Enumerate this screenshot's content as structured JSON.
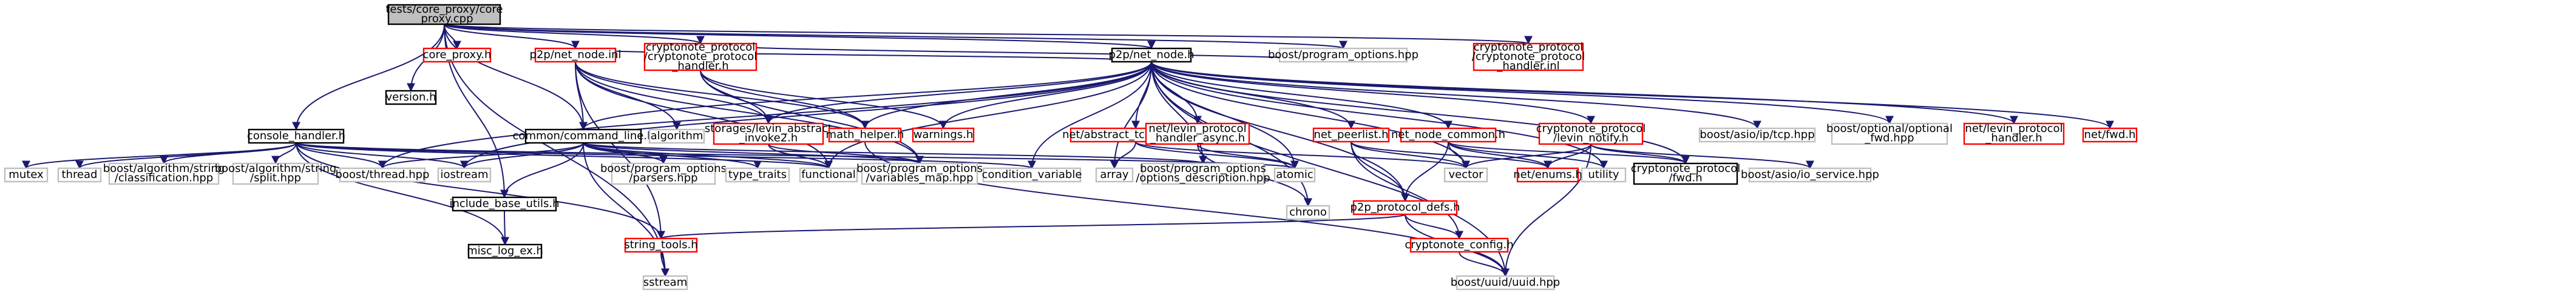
{
  "colors": {
    "edge": "#191970",
    "root_fill": "#bfbfbf",
    "root_border": "#000000",
    "linked_border": "#000000",
    "red_border": "#ff0000",
    "external_border": "#bfbfbf",
    "node_fill": "#ffffff"
  },
  "nodes": [
    {
      "id": "root",
      "style": "root",
      "lines": [
        "tests/core_proxy/core",
        "_proxy.cpp"
      ]
    },
    {
      "id": "core_proxy_h",
      "style": "red",
      "lines": [
        "core_proxy.h"
      ]
    },
    {
      "id": "p2p_net_node_inl",
      "style": "red",
      "lines": [
        "p2p/net_node.inl"
      ]
    },
    {
      "id": "cn_proto_handler_h",
      "style": "red",
      "lines": [
        "cryptonote_protocol",
        "/cryptonote_protocol",
        "_handler.h"
      ]
    },
    {
      "id": "p2p_net_node_h",
      "style": "black",
      "lines": [
        "p2p/net_node.h"
      ]
    },
    {
      "id": "boost_program_options_hpp",
      "style": "gray",
      "lines": [
        "boost/program_options.hpp"
      ]
    },
    {
      "id": "cn_proto_handler_inl",
      "style": "red",
      "lines": [
        "cryptonote_protocol",
        "/cryptonote_protocol",
        "_handler.inl"
      ]
    },
    {
      "id": "console_handler_h",
      "style": "black",
      "lines": [
        "console_handler.h"
      ]
    },
    {
      "id": "version_h",
      "style": "black",
      "lines": [
        "version.h"
      ]
    },
    {
      "id": "common_command_line_h",
      "style": "black",
      "lines": [
        "common/command_line.h"
      ]
    },
    {
      "id": "algorithm",
      "style": "gray",
      "lines": [
        "algorithm"
      ]
    },
    {
      "id": "storages_levin_abstract",
      "style": "red",
      "lines": [
        "storages/levin_abstract",
        "_invoke2.h"
      ]
    },
    {
      "id": "math_helper_h",
      "style": "red",
      "lines": [
        "math_helper.h"
      ]
    },
    {
      "id": "warnings_h",
      "style": "red",
      "lines": [
        "warnings.h"
      ]
    },
    {
      "id": "net_abstract_tcp_server2",
      "style": "red",
      "lines": [
        "net/abstract_tcp_server2.h"
      ]
    },
    {
      "id": "net_levin_protocol_async",
      "style": "red",
      "lines": [
        "net/levin_protocol",
        "_handler_async.h"
      ]
    },
    {
      "id": "net_peerlist_h",
      "style": "red",
      "lines": [
        "net_peerlist.h"
      ]
    },
    {
      "id": "net_node_common_h",
      "style": "red",
      "lines": [
        "net_node_common.h"
      ]
    },
    {
      "id": "cn_proto_levin_notify",
      "style": "red",
      "lines": [
        "cryptonote_protocol",
        "/levin_notify.h"
      ]
    },
    {
      "id": "boost_asio_ip_tcp",
      "style": "gray",
      "lines": [
        "boost/asio/ip/tcp.hpp"
      ]
    },
    {
      "id": "boost_optional_fwd",
      "style": "gray",
      "lines": [
        "boost/optional/optional",
        "_fwd.hpp"
      ]
    },
    {
      "id": "net_levin_protocol_handler",
      "style": "red",
      "lines": [
        "net/levin_protocol",
        "_handler.h"
      ]
    },
    {
      "id": "net_fwd_h",
      "style": "red",
      "lines": [
        "net/fwd.h"
      ]
    },
    {
      "id": "mutex",
      "style": "gray",
      "lines": [
        "mutex"
      ]
    },
    {
      "id": "thread",
      "style": "gray",
      "lines": [
        "thread"
      ]
    },
    {
      "id": "boost_algo_classification",
      "style": "gray",
      "lines": [
        "boost/algorithm/string",
        "/classification.hpp"
      ]
    },
    {
      "id": "boost_algo_split",
      "style": "gray",
      "lines": [
        "boost/algorithm/string",
        "/split.hpp"
      ]
    },
    {
      "id": "boost_thread_hpp",
      "style": "gray",
      "lines": [
        "boost/thread.hpp"
      ]
    },
    {
      "id": "iostream",
      "style": "gray",
      "lines": [
        "iostream"
      ]
    },
    {
      "id": "include_base_utils",
      "style": "black",
      "lines": [
        "include_base_utils.h"
      ]
    },
    {
      "id": "boost_po_parsers",
      "style": "gray",
      "lines": [
        "boost/program_options",
        "/parsers.hpp"
      ]
    },
    {
      "id": "type_traits",
      "style": "gray",
      "lines": [
        "type_traits"
      ]
    },
    {
      "id": "functional",
      "style": "gray",
      "lines": [
        "functional"
      ]
    },
    {
      "id": "boost_po_variables_map",
      "style": "gray",
      "lines": [
        "boost/program_options",
        "/variables_map.hpp"
      ]
    },
    {
      "id": "condition_variable",
      "style": "gray",
      "lines": [
        "condition_variable"
      ]
    },
    {
      "id": "array",
      "style": "gray",
      "lines": [
        "array"
      ]
    },
    {
      "id": "boost_po_options_description",
      "style": "gray",
      "lines": [
        "boost/program_options",
        "/options_description.hpp"
      ]
    },
    {
      "id": "atomic",
      "style": "gray",
      "lines": [
        "atomic"
      ]
    },
    {
      "id": "chrono",
      "style": "gray",
      "lines": [
        "chrono"
      ]
    },
    {
      "id": "vector",
      "style": "gray",
      "lines": [
        "vector"
      ]
    },
    {
      "id": "utility",
      "style": "gray",
      "lines": [
        "utility"
      ]
    },
    {
      "id": "net_enums_h",
      "style": "red",
      "lines": [
        "net/enums.h"
      ]
    },
    {
      "id": "cn_proto_fwd",
      "style": "black",
      "lines": [
        "cryptonote_protocol",
        "/fwd.h"
      ]
    },
    {
      "id": "boost_asio_io_service",
      "style": "gray",
      "lines": [
        "boost/asio/io_service.hpp"
      ]
    },
    {
      "id": "misc_log_ex_h",
      "style": "black",
      "lines": [
        "misc_log_ex.h"
      ]
    },
    {
      "id": "string_tools_h",
      "style": "red",
      "lines": [
        "string_tools.h"
      ]
    },
    {
      "id": "sstream",
      "style": "gray",
      "lines": [
        "sstream"
      ]
    },
    {
      "id": "p2p_protocol_defs_h",
      "style": "red",
      "lines": [
        "p2p_protocol_defs.h"
      ]
    },
    {
      "id": "cryptonote_config_h",
      "style": "red",
      "lines": [
        "cryptonote_config.h"
      ]
    },
    {
      "id": "boost_uuid_hpp",
      "style": "gray",
      "lines": [
        "boost/uuid/uuid.hpp"
      ]
    }
  ]
}
